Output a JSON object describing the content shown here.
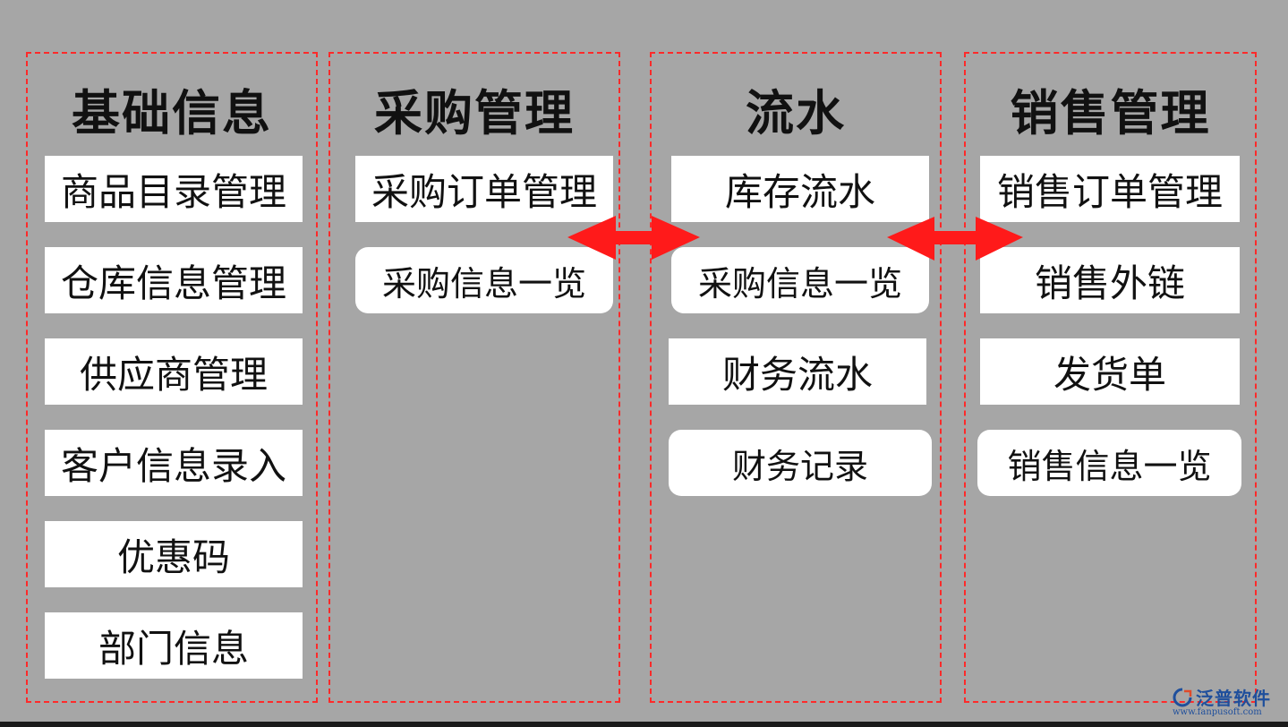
{
  "columns": [
    {
      "title": "基础信息",
      "items": [
        "商品目录管理",
        "仓库信息管理",
        "供应商管理",
        "客户信息录入",
        "优惠码",
        "部门信息"
      ]
    },
    {
      "title": "采购管理",
      "items": [
        "采购订单管理",
        "采购信息一览"
      ]
    },
    {
      "title": "流水",
      "items": [
        "库存流水",
        "采购信息一览",
        "财务流水",
        "财务记录"
      ]
    },
    {
      "title": "销售管理",
      "items": [
        "销售订单管理",
        "销售外链",
        "发货单",
        "销售信息一览"
      ]
    }
  ],
  "logo": {
    "name": "泛普软件",
    "url": "www.fanpusoft.com"
  },
  "colors": {
    "background": "#a6a6a6",
    "dashed_border": "#ff2a2a",
    "arrow": "#ff1a1a",
    "box": "#ffffff",
    "logo": "#1f4f9c"
  }
}
